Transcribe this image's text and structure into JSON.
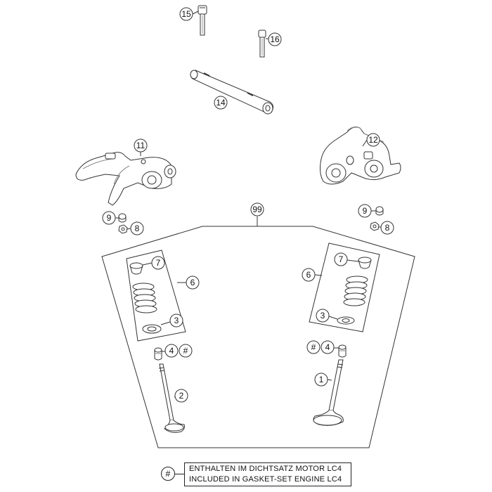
{
  "callouts": {
    "c15": "15",
    "c16": "16",
    "c14": "14",
    "c11": "11",
    "c12": "12",
    "c99": "99",
    "c9_left": "9",
    "c8_left": "8",
    "c9_right": "9",
    "c8_right": "8",
    "c7_left": "7",
    "c6_left": "6",
    "c3_left": "3",
    "c7_right": "7",
    "c6_right": "6",
    "c3_right": "3",
    "c4_left": "4",
    "hash_left": "#",
    "c4_right": "4",
    "hash_right": "#",
    "c2": "2",
    "c1": "1"
  },
  "legend": {
    "symbol": "#",
    "line1": "ENTHALTEN IM DICHTSATZ MOTOR LC4",
    "line2": "INCLUDED IN GASKET-SET ENGINE LC4"
  }
}
